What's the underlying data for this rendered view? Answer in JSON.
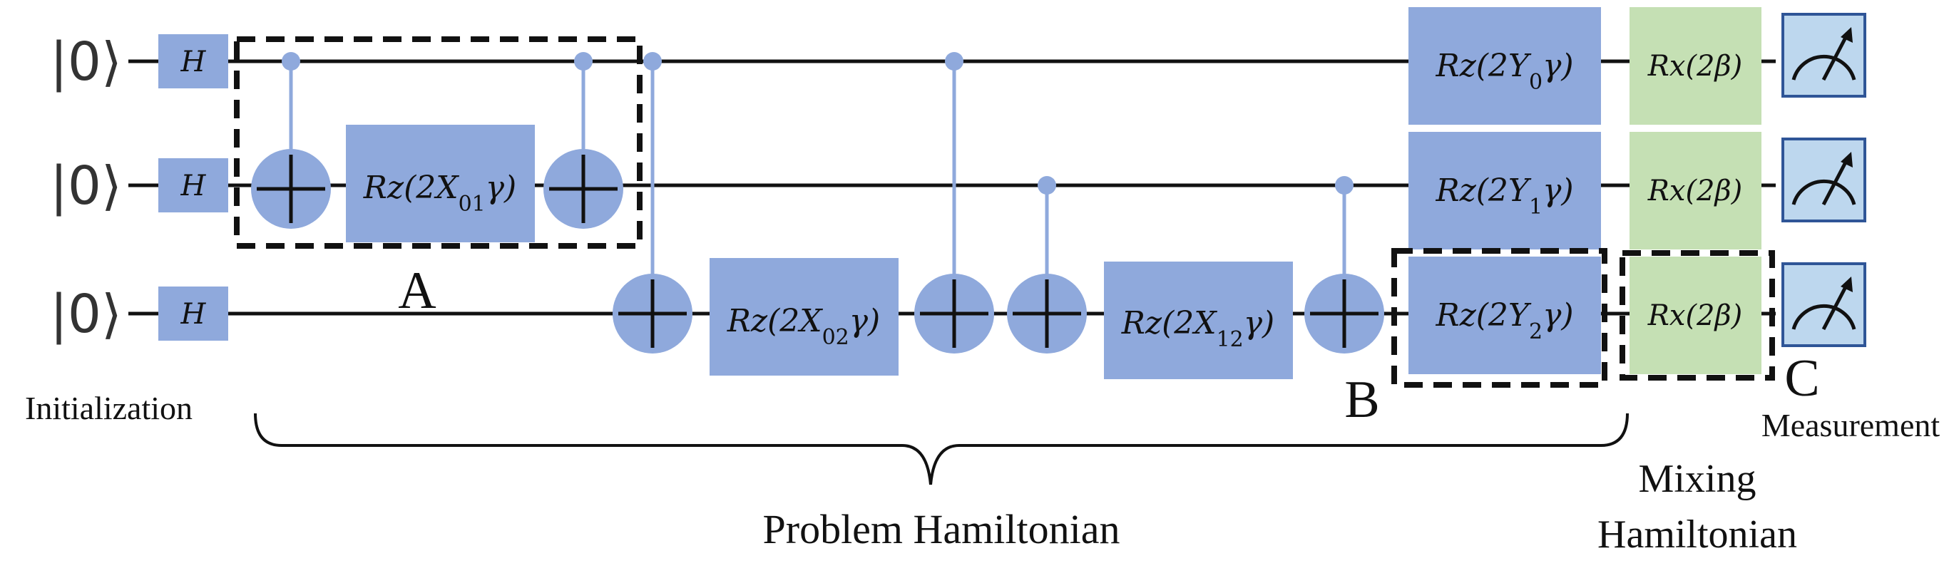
{
  "colors": {
    "gate_blue": "#8fa9dc",
    "control_blue": "#8fa9dc",
    "mixer_green": "#c5e0b4",
    "meter_fill": "#bdd7ee",
    "meter_stroke": "#2f5597",
    "wire": "#111111"
  },
  "qubits": [
    {
      "ket": "|0⟩",
      "init_gate": "H",
      "cost_gate": {
        "pre": "Rz(2Y",
        "sub": "0",
        "post": "γ)"
      },
      "mixer_gate": "Rx(2β)"
    },
    {
      "ket": "|0⟩",
      "init_gate": "H",
      "cost_gate": {
        "pre": "Rz(2Y",
        "sub": "1",
        "post": "γ)"
      },
      "mixer_gate": "Rx(2β)"
    },
    {
      "ket": "|0⟩",
      "init_gate": "H",
      "cost_gate": {
        "pre": "Rz(2Y",
        "sub": "2",
        "post": "γ)"
      },
      "mixer_gate": "Rx(2β)"
    }
  ],
  "coupling_gates": [
    {
      "pre": "Rz(2X",
      "sub": "01",
      "post": "γ)"
    },
    {
      "pre": "Rz(2X",
      "sub": "02",
      "post": "γ)"
    },
    {
      "pre": "Rz(2X",
      "sub": "12",
      "post": "γ)"
    }
  ],
  "box_labels": {
    "a": "A",
    "b": "B",
    "c": "C"
  },
  "section_labels": {
    "initialization": "Initialization",
    "problem": "Problem Hamiltonian",
    "mixing_line1": "Mixing",
    "mixing_line2": "Hamiltonian",
    "measurement": "Measurement"
  },
  "icons": {
    "cnot_target": "circle-plus-icon",
    "control_dot": "filled-dot-icon",
    "meter": "meter-icon"
  }
}
